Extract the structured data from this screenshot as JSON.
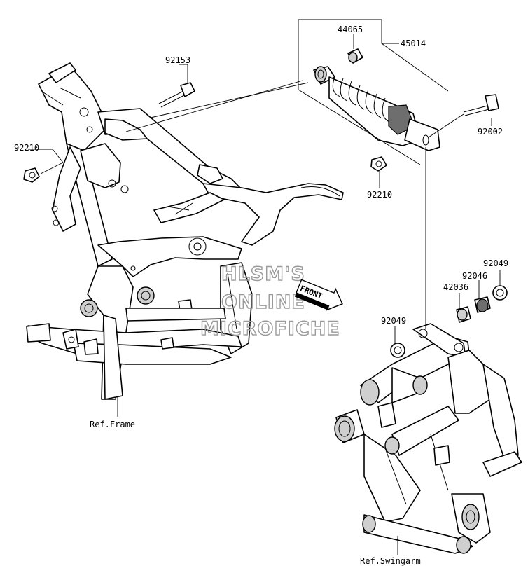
{
  "labels": {
    "p44065": "44065",
    "p45014": "45014",
    "p92153": "92153",
    "p92210_left": "92210",
    "p92002": "92002",
    "p92210_right": "92210",
    "p92049_top": "92049",
    "p92046": "92046",
    "p42036": "42036",
    "p92049_mid": "92049",
    "ref_frame": "Ref.Frame",
    "ref_swingarm": "Ref.Swingarm"
  },
  "front_arrow": "FRONT",
  "watermark": {
    "line1": "HLSM'S",
    "line2": "ONLINE",
    "line3": "MICROFICHE"
  }
}
